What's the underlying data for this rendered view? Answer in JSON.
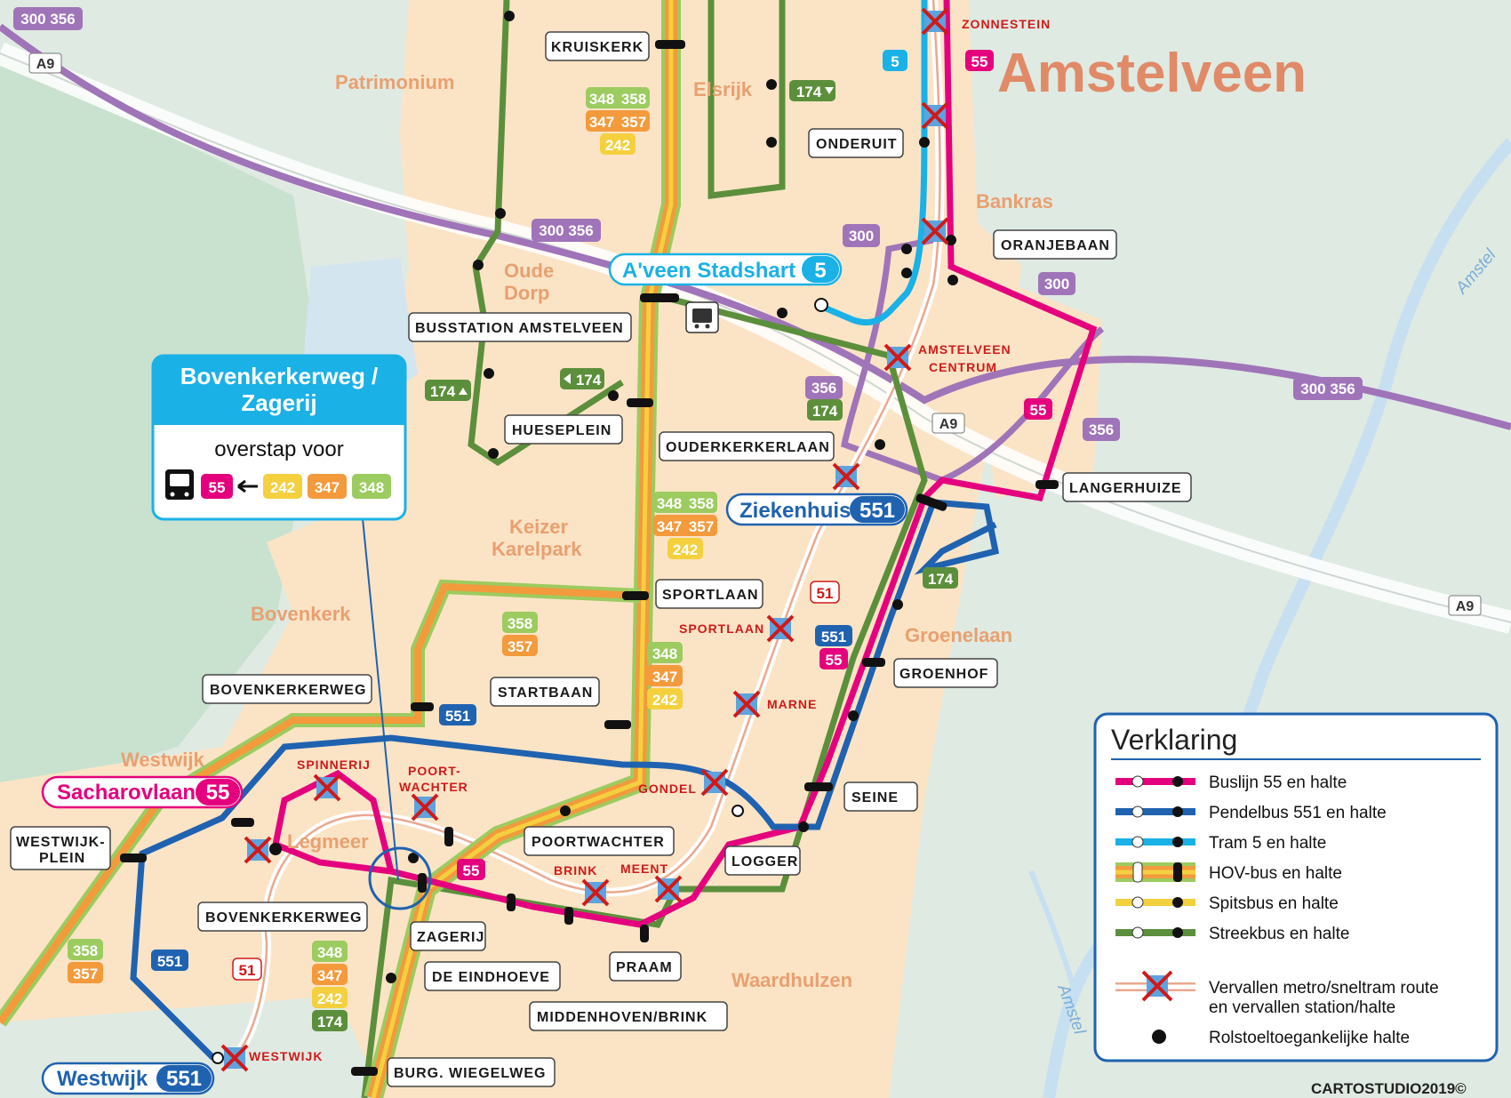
{
  "map": {
    "city": "Amstelveen",
    "credit": "CARTOSTUDIO2019©",
    "areas": [
      "Patrimonium",
      "Elsrijk",
      "Oude",
      "Dorp",
      "Bankras",
      "Keizer",
      "Karelpark",
      "Bovenkerk",
      "Groenelaan",
      "Westwijk",
      "Legmeer",
      "Waardhulzen"
    ],
    "roads": [
      "A9",
      "A9",
      "A9"
    ],
    "water": [
      "Amstel",
      "Amstel"
    ],
    "stops": {
      "kruiskerk": "KRUISKERK",
      "onderuit": "ONDERUIT",
      "oranjebaan": "ORANJEBAAN",
      "busstation": "BUSSTATION AMSTELVEEN",
      "hueseplein": "HUESEPLEIN",
      "ouderkerkerlaan": "OUDERKERKERLAAN",
      "langerhuize": "LANGERHUIZE",
      "sportlaan": "SPORTLAAN",
      "groenhof": "GROENHOF",
      "bovenkerkerweg_top": "BOVENKERKERWEG",
      "startbaan": "STARTBAAN",
      "seine": "SEINE",
      "westwijkplein1": "WESTWIJK-",
      "westwijkplein2": "PLEIN",
      "poortwachter": "POORTWACHTER",
      "logger": "LOGGER",
      "bovenkerkerweg_bottom": "BOVENKERKERWEG",
      "zagerij": "ZAGERIJ",
      "praam": "PRAAM",
      "eindhoeve": "DE EINDHOEVE",
      "middenhoven": "MIDDENHOVEN/BRINK",
      "wiegelweg": "BURG. WIEGELWEG"
    },
    "former_stops": {
      "zonnestein": "ZONNESTEIN",
      "centrum1": "AMSTELVEEN",
      "centrum2": "CENTRUM",
      "sportlaan": "SPORTLAAN",
      "marne": "MARNE",
      "gondel": "GONDEL",
      "spinnerij": "SPINNERIJ",
      "poortwachter1": "POORT-",
      "poortwachter2": "WACHTER",
      "brink": "BRINK",
      "meent": "MEENT",
      "westwijk": "WESTWIJK"
    },
    "hubs": [
      {
        "name": "A'veen Stadshart",
        "line": "5"
      },
      {
        "name": "Ziekenhuis",
        "line": "551"
      },
      {
        "name": "Sacharovlaan",
        "line": "55"
      },
      {
        "name": "Westwijk",
        "line": "551"
      }
    ],
    "transfer_box": {
      "title_line1": "Bovenkerkerweg /",
      "title_line2": "Zagerij",
      "subtitle": "overstap voor",
      "lines": [
        "55",
        "242",
        "347",
        "348"
      ]
    },
    "badges": {
      "b300356_topleft": "300 356",
      "b300356_mid": "300 356",
      "b300356_right": "300 356",
      "b300_a": "300",
      "b300_b": "300",
      "b356_a": "356",
      "b356_b": "356",
      "b174_a": "174",
      "b174_b": "174",
      "b174_c": "174",
      "b174_d": "174",
      "b174_e": "174",
      "b174_f": "174",
      "b348_a": "348",
      "b358_a": "358",
      "b347_a": "347",
      "b357_a": "357",
      "b242_a": "242",
      "b348_b": "348",
      "b358_b": "358",
      "b347_b": "347",
      "b357_b": "357",
      "b242_b": "242",
      "b358_c": "358",
      "b357_c": "357",
      "b348_d": "348",
      "b347_d": "347",
      "b242_d": "242",
      "b358_e": "358",
      "b357_e": "357",
      "b348_f": "348",
      "b347_f": "347",
      "b242_f": "242",
      "b55_a": "55",
      "b55_b": "55",
      "b55_c": "55",
      "b55_d": "55",
      "b5": "5",
      "b551_a": "551",
      "b551_b": "551",
      "b551_c": "551",
      "b51_a": "51",
      "b51_b": "51"
    }
  },
  "legend": {
    "title": "Verklaring",
    "items": [
      {
        "label": "Buslijn 55 en halte",
        "color": "#e5007e"
      },
      {
        "label": "Pendelbus 551 en halte",
        "color": "#1f62b0"
      },
      {
        "label": "Tram 5 en halte",
        "color": "#1ab1e6"
      },
      {
        "label": "HOV-bus en halte",
        "color": "#f39a3c"
      },
      {
        "label": "Spitsbus en halte",
        "color": "#f4d03f"
      },
      {
        "label": "Streekbus en halte",
        "color": "#5c8f3c"
      }
    ],
    "former_line1": "Vervallen metro/sneltram route",
    "former_line2": "en vervallen station/halte",
    "accessible": "Rolstoeltoegankelijke halte"
  }
}
